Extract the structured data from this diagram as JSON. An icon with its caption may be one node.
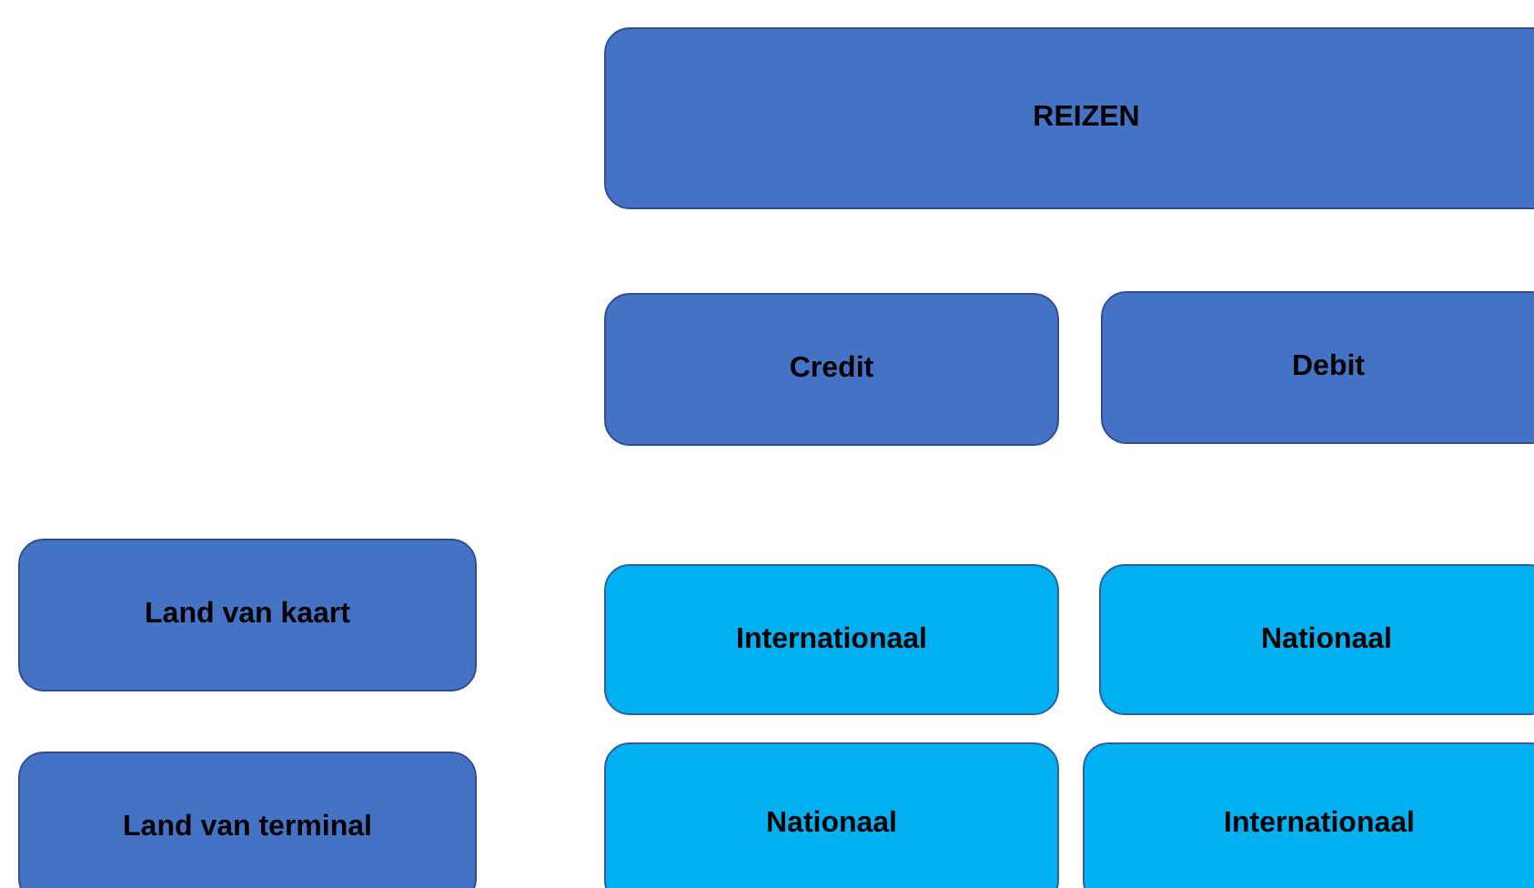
{
  "diagram": {
    "nodes": [
      {
        "text": [
          "REIZEN"
        ]
      },
      {
        "text": [
          "Credit"
        ]
      },
      {
        "text": [
          "Debit"
        ]
      },
      {
        "text": [
          "Land van kaart"
        ]
      },
      {
        "text": [
          "Internationaal"
        ]
      },
      {
        "text": [
          "Nationaal"
        ]
      },
      {
        "text": [
          "Land van terminal"
        ]
      },
      {
        "text": [
          "Nationaal"
        ]
      },
      {
        "text": [
          "Internationaal"
        ]
      }
    ]
  }
}
